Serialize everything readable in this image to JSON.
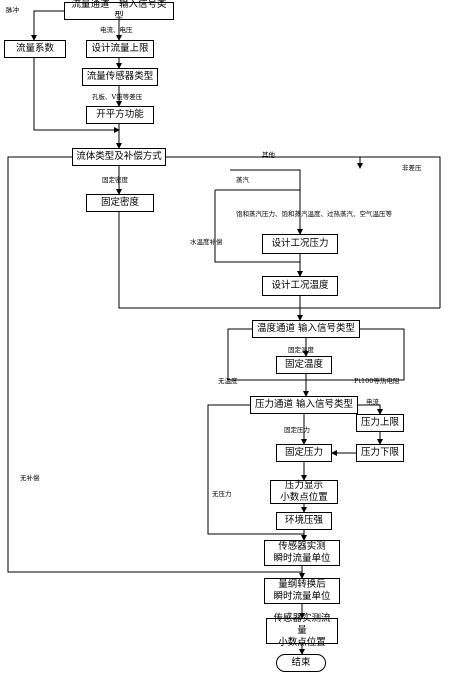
{
  "nodes": {
    "flow_channel": "流量通道　输入信号类型",
    "flow_coefficient": "流量系数",
    "design_flow_upper": "设计流量上限",
    "flow_sensor_type": "流量传感器类型",
    "sqrt_function": "开平方功能",
    "fluid_type": "流体类型及补偿方式",
    "fixed_density": "固定密度",
    "design_pressure": "设计工况压力",
    "design_temperature": "设计工况温度",
    "temp_channel": "温度通道 输入信号类型",
    "fixed_temperature": "固定温度",
    "pressure_channel": "压力通道 输入信号类型",
    "pressure_upper": "压力上限",
    "fixed_pressure": "固定压力",
    "pressure_lower": "压力下限",
    "pressure_display": [
      "压力显示",
      "小数点位置"
    ],
    "ambient_pressure": "环境压强",
    "sensor_flow_unit": [
      "传感器实测",
      "瞬时流量单位"
    ],
    "converted_flow_unit": [
      "量纲转换后",
      "瞬时流量单位"
    ],
    "sensor_decimal": [
      "传感器实测流量",
      "小数点位置"
    ],
    "end": "结束"
  },
  "labels": {
    "pulse": "脉冲",
    "current_voltage": "电流、电压",
    "orifice": "孔板、V锥等差压",
    "general": "其他",
    "fixed_density_cond": "固定密度",
    "superheated": "蒸汽",
    "saturated_list": "饱和蒸汽压力、饱和蒸汽温度、过热蒸汽、空气温压等",
    "water_temp": "水温度补偿",
    "non_diff": "非差压",
    "fixed_temp_cond": "固定温度",
    "no_temp": "无温度",
    "pt100": "Pt100等热电阻",
    "current": "电流",
    "fixed_pressure_cond": "固定压力",
    "no_pressure": "无压力",
    "no_compensation": "无补偿"
  }
}
